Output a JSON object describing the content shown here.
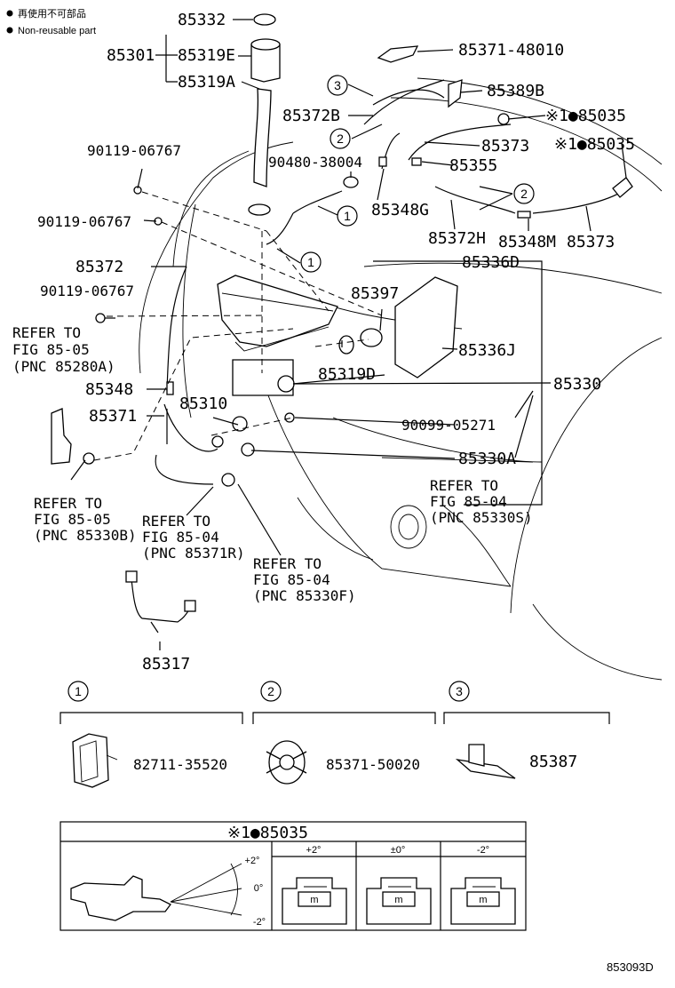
{
  "legend": {
    "line1": "再使用不可部品",
    "line2": "Non-reusable part"
  },
  "callouts": {
    "p85332": "85332",
    "p85301": "85301",
    "p85319E": "85319E",
    "p85319A": "85319A",
    "p85371_48010": "85371-48010",
    "p85389B": "85389B",
    "p85372B": "85372B",
    "p85035a": "※1●85035",
    "p85373a": "85373",
    "p85035b": "※1●85035",
    "p90119a": "90119-06767",
    "p90480": "90480-38004",
    "p85355": "85355",
    "p85348G": "85348G",
    "p90119b": "90119-06767",
    "p85372H": "85372H",
    "p85348M": "85348M",
    "p85373b": "85373",
    "p85372": "85372",
    "p85336D": "85336D",
    "p90119c": "90119-06767",
    "p85397": "85397",
    "p85336J": "85336J",
    "p85319D": "85319D",
    "p85348": "85348",
    "p85310": "85310",
    "p85330": "85330",
    "p85371": "85371",
    "p90099": "90099-05271",
    "p85330A": "85330A",
    "p85317": "85317"
  },
  "refs": {
    "r1": [
      "REFER TO",
      "FIG 85-05",
      "(PNC 85280A)"
    ],
    "r2": [
      "REFER TO",
      "FIG 85-05",
      "(PNC 85330B)"
    ],
    "r3": [
      "REFER TO",
      "FIG 85-04",
      "(PNC 85371R)"
    ],
    "r4": [
      "REFER TO",
      "FIG 85-04",
      "(PNC 85330F)"
    ],
    "r5": [
      "REFER TO",
      "FIG 85-04",
      "(PNC 85330S)"
    ]
  },
  "markers": {
    "m1": "1",
    "m2": "2",
    "m3": "3"
  },
  "subparts": {
    "s1_part": "82711-35520",
    "s2_part": "85371-50020",
    "s3_part": "85387"
  },
  "adjust": {
    "header": "※1●85035",
    "cols": [
      "+2°",
      "±0°",
      "-2°"
    ],
    "angle_plus": "+2°",
    "angle_zero": "0°",
    "angle_minus": "-2°",
    "mark": "m"
  },
  "footer": {
    "code": "853093D"
  }
}
